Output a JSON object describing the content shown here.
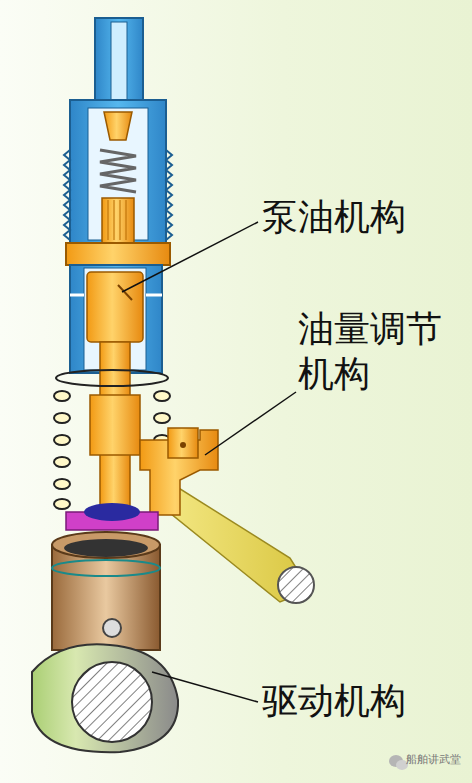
{
  "diagram": {
    "labels": [
      "泵油机构",
      "油量调节 机构",
      "驱动机构",
      "船舶讲武堂"
    ]
  }
}
